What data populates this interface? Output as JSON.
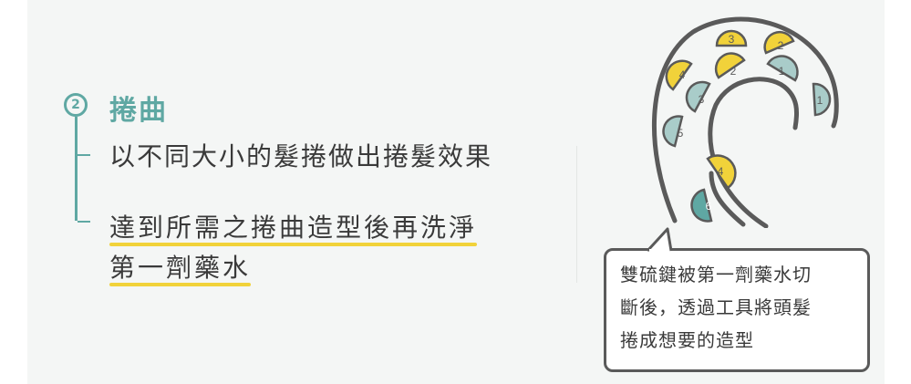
{
  "step": {
    "number": "2",
    "title": "捲曲"
  },
  "description": "以不同大小的髮捲做出捲髮效果",
  "highlight": {
    "line1": "達到所需之捲曲造型後再洗淨",
    "line2": "第一劑藥水"
  },
  "callout": {
    "line1": "雙硫鍵被第一劑藥水切",
    "line2": "斷後，透過工具將頭髮",
    "line3": "捲成想要的造型"
  },
  "diagram": {
    "curlers": [
      {
        "label": "3",
        "color": "#f1d23a"
      },
      {
        "label": "2",
        "color": "#f1d23a"
      },
      {
        "label": "4",
        "color": "#f1d23a"
      },
      {
        "label": "2",
        "color": "#f1d23a"
      },
      {
        "label": "1",
        "color": "#a9ccc9"
      },
      {
        "label": "3",
        "color": "#f1d23a"
      },
      {
        "label": "1",
        "color": "#a9ccc9"
      },
      {
        "label": "5",
        "color": "#a9ccc9"
      },
      {
        "label": "4",
        "color": "#f1d23a"
      },
      {
        "label": "6",
        "color": "#5fa8a3"
      }
    ]
  },
  "colors": {
    "teal": "#5fa8a3",
    "yellow": "#f1d23a",
    "text": "#3a3a3a",
    "outline": "#5a5a5a"
  }
}
